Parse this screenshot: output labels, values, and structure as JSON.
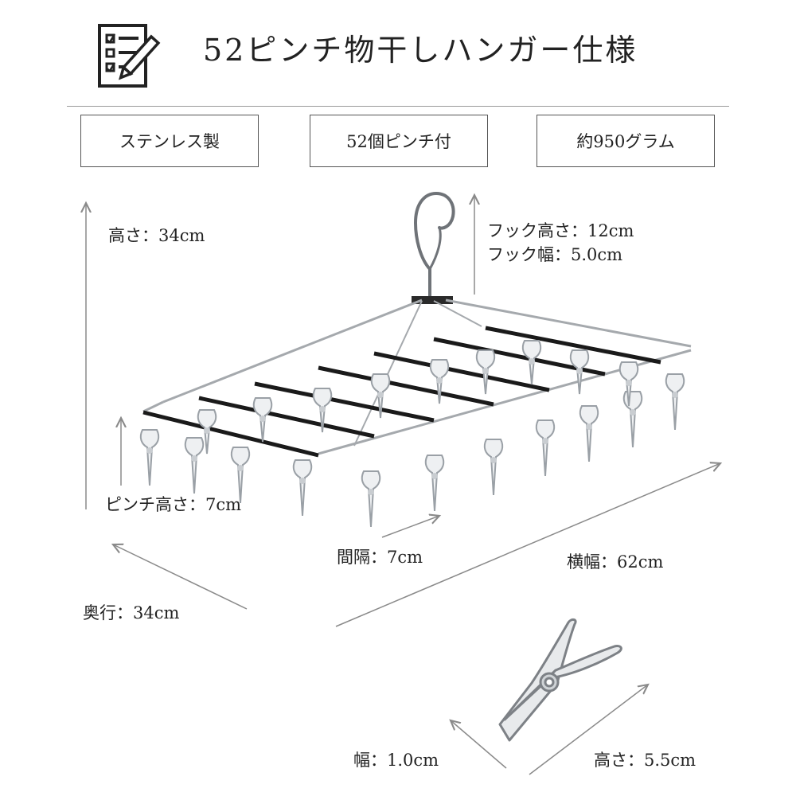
{
  "header": {
    "title": "52ピンチ物干しハンガー仕様",
    "icon": "checklist-pencil-icon"
  },
  "features": [
    "ステンレス製",
    "52個ピンチ付",
    "約950グラム"
  ],
  "dimensions": {
    "height": "高さ：34cm",
    "hook_height": "フック高さ：12cm",
    "hook_width": "フック幅：5.0cm",
    "pinch_height": "ピンチ高さ：7cm",
    "spacing": "間隔：7cm",
    "width": "横幅：62cm",
    "depth": "奥行：34cm",
    "clip_width": "幅：1.0cm",
    "clip_height": "高さ：5.5cm"
  },
  "colors": {
    "frame": "#1a1a1a",
    "steel": "#9aa0a6",
    "arrow": "#8a8a8a"
  }
}
